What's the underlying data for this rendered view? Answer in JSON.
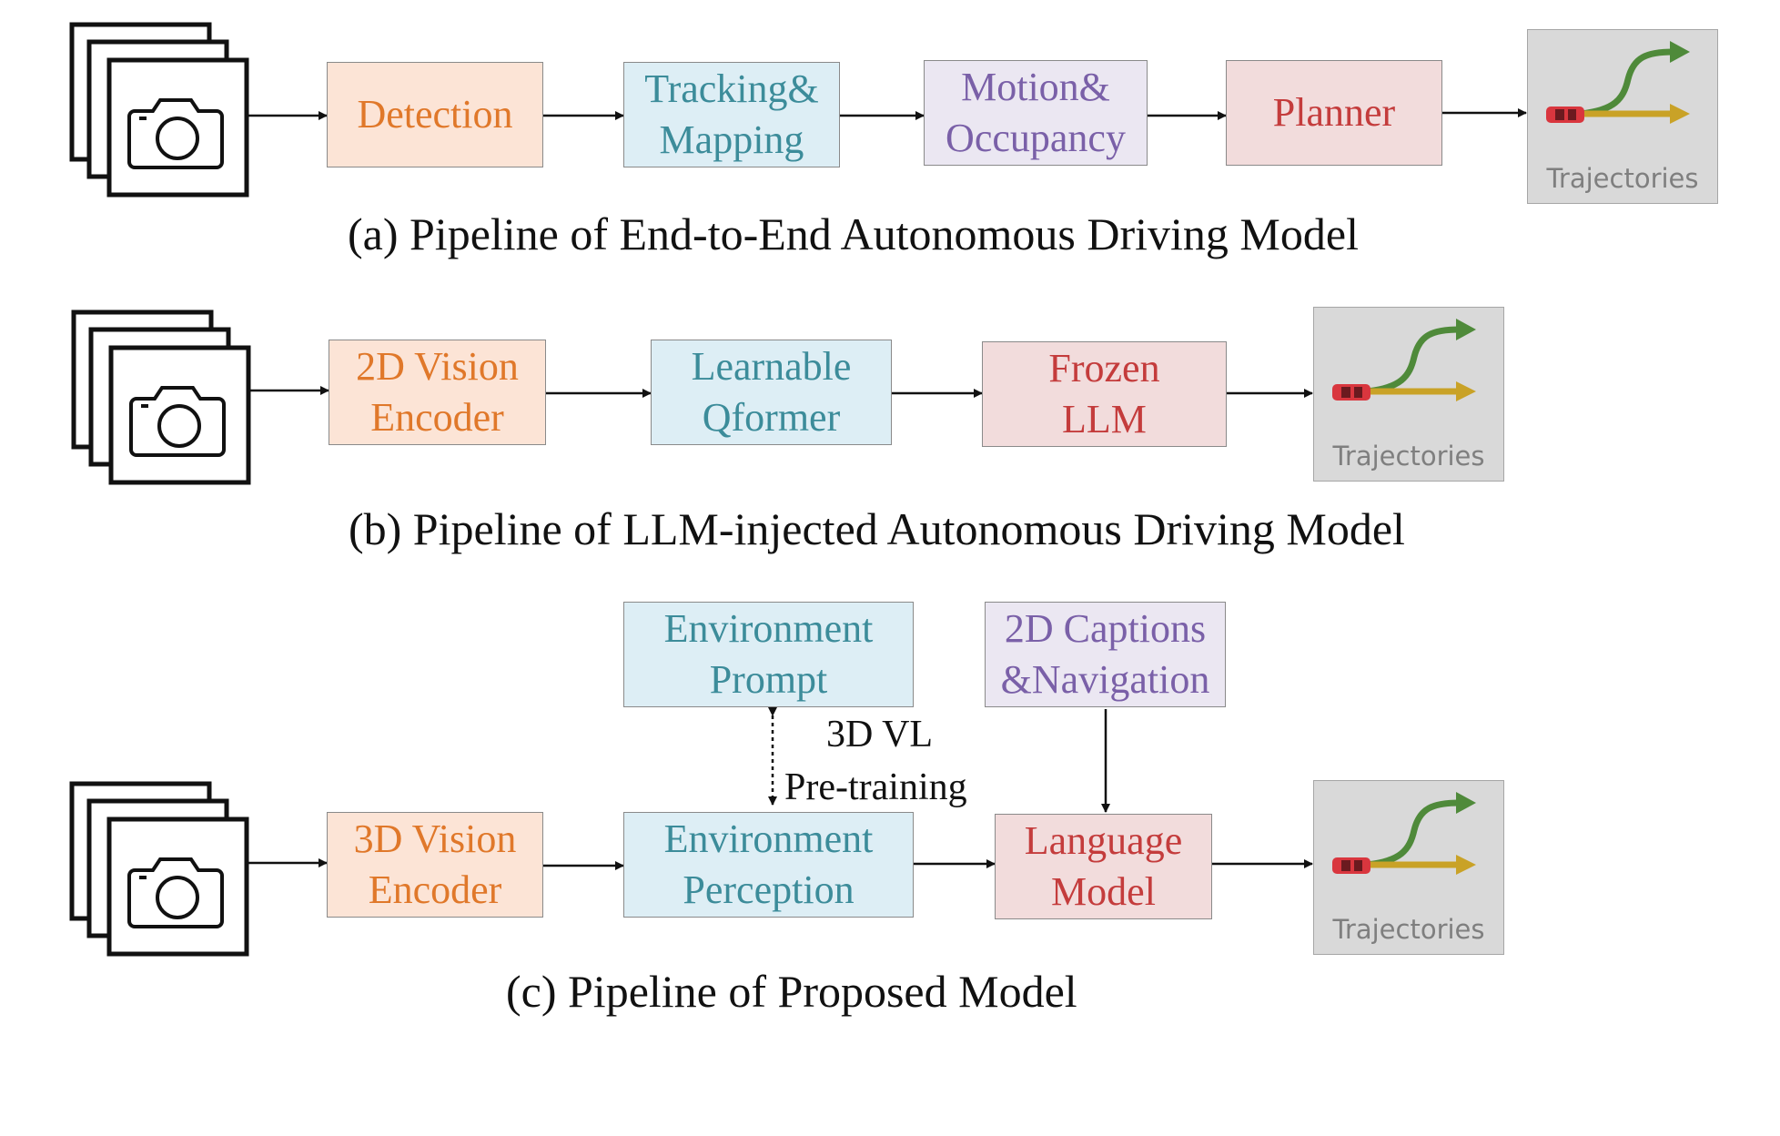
{
  "row_a": {
    "detection": "Detection",
    "tracking": [
      "Tracking&",
      "Mapping"
    ],
    "motion": [
      "Motion&",
      "Occupancy"
    ],
    "planner": "Planner",
    "trajectories": "Trajectories",
    "caption": "(a) Pipeline of End-to-End Autonomous Driving Model"
  },
  "row_b": {
    "vision_encoder": [
      "2D Vision",
      "Encoder"
    ],
    "qformer": [
      "Learnable",
      "Qformer"
    ],
    "llm": [
      "Frozen",
      "LLM"
    ],
    "trajectories": "Trajectories",
    "caption": "(b) Pipeline of LLM-injected Autonomous Driving Model"
  },
  "row_c": {
    "env_prompt": [
      "Environment",
      "Prompt"
    ],
    "captions_nav": [
      "2D Captions",
      "&Navigation"
    ],
    "pretraining": [
      "3D VL",
      "Pre-training"
    ],
    "vision_encoder": [
      "3D Vision",
      "Encoder"
    ],
    "env_perception": [
      "Environment",
      "Perception"
    ],
    "language_model": [
      "Language",
      "Model"
    ],
    "trajectories": "Trajectories",
    "caption": "(c) Pipeline of Proposed Model"
  },
  "colors": {
    "orange_fill": "#fce4d6",
    "orange_text": "#e0782a",
    "blue_fill": "#ddeef5",
    "blue_text": "#3c8c9a",
    "purple_fill": "#ebe7f2",
    "purple_text": "#7a60a8",
    "red_fill": "#f2dcdc",
    "red_text": "#c43c3c",
    "traj_green": "#4f8a3a",
    "traj_gold": "#c9a227",
    "car_red": "#d9363e"
  },
  "icons": [
    "camera-stack-icon",
    "car-icon",
    "trajectory-arrow-icon"
  ]
}
